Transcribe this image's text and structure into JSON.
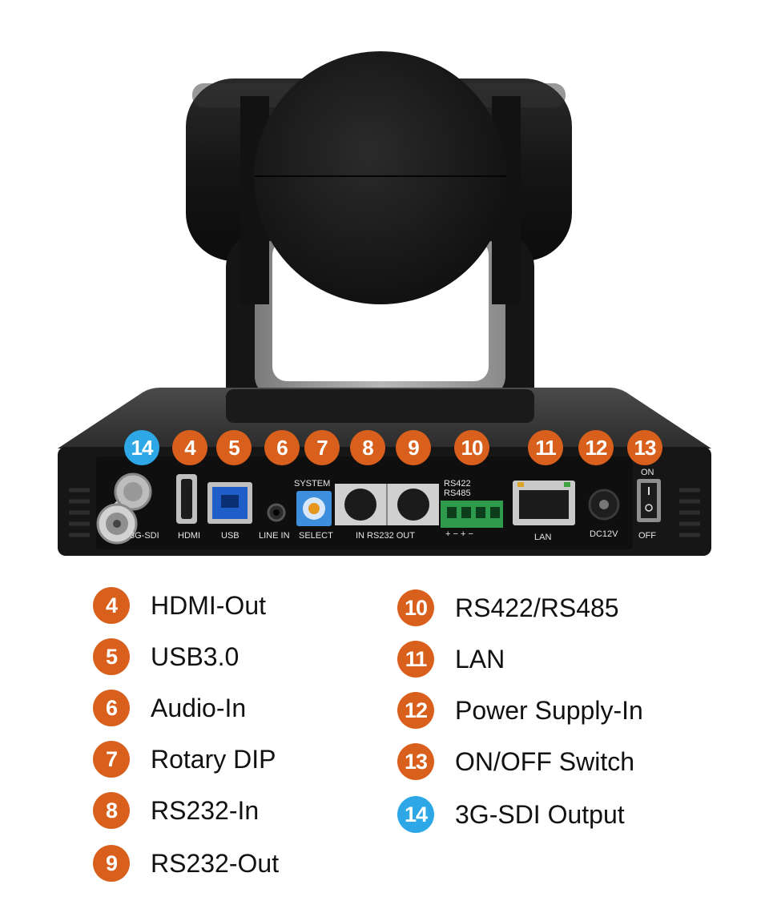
{
  "colors": {
    "orange": "#d9601c",
    "blue": "#2ea7e6"
  },
  "port_labels": {
    "sdi": "3G-SDI",
    "hdmi": "HDMI",
    "usb": "USB",
    "line_in": "LINE  IN",
    "system": "SYSTEM",
    "select": "SELECT",
    "rs232": "IN   RS232   OUT",
    "rs422": "RS422",
    "rs485": "RS485",
    "polarity": "+ − + −",
    "lan": "LAN",
    "dc": "DC12V",
    "on": "ON",
    "off": "OFF"
  },
  "callouts": [
    {
      "num": "14",
      "color": "blue"
    },
    {
      "num": "4",
      "color": "orange"
    },
    {
      "num": "5",
      "color": "orange"
    },
    {
      "num": "6",
      "color": "orange"
    },
    {
      "num": "7",
      "color": "orange"
    },
    {
      "num": "8",
      "color": "orange"
    },
    {
      "num": "9",
      "color": "orange"
    },
    {
      "num": "10",
      "color": "orange"
    },
    {
      "num": "11",
      "color": "orange"
    },
    {
      "num": "12",
      "color": "orange"
    },
    {
      "num": "13",
      "color": "orange"
    }
  ],
  "legend_left": [
    {
      "num": "4",
      "label": "HDMI-Out",
      "color": "orange"
    },
    {
      "num": "5",
      "label": "USB3.0",
      "color": "orange"
    },
    {
      "num": "6",
      "label": "Audio-In",
      "color": "orange"
    },
    {
      "num": "7",
      "label": "Rotary DIP",
      "color": "orange"
    },
    {
      "num": "8",
      "label": "RS232-In",
      "color": "orange"
    },
    {
      "num": "9",
      "label": "RS232-Out",
      "color": "orange"
    }
  ],
  "legend_right": [
    {
      "num": "10",
      "label": "RS422/RS485",
      "color": "orange"
    },
    {
      "num": "11",
      "label": "LAN",
      "color": "orange"
    },
    {
      "num": "12",
      "label": "Power Supply-In",
      "color": "orange"
    },
    {
      "num": "13",
      "label": "ON/OFF Switch",
      "color": "orange"
    },
    {
      "num": "14",
      "label": "3G-SDI Output",
      "color": "blue"
    }
  ]
}
